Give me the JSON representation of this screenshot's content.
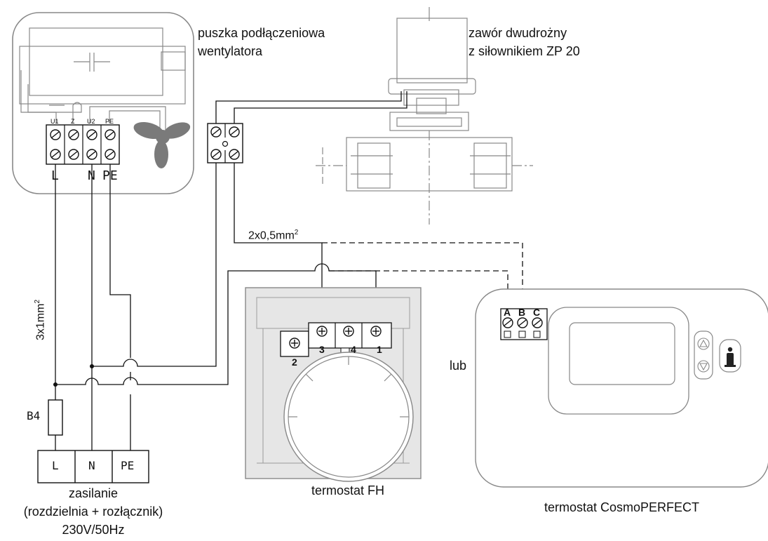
{
  "labels": {
    "junction_box": [
      "puszka podłączeniowa",
      "wentylatora"
    ],
    "valve": [
      "zawór dwudrożny",
      "z siłownikiem ZP 20"
    ],
    "cable_thermo": "2x0,5mm",
    "cable_thermo_sup": "2",
    "cable_power": "3x1mm",
    "cable_power_sup": "2",
    "fuse": "B4",
    "power_supply": [
      "zasilanie",
      "(rozdzielnia + rozłącznik)",
      "230V/50Hz"
    ],
    "thermostat_fh": "termostat FH",
    "or": "lub",
    "thermostat_cosmo": "termostat CosmoPERFECT"
  },
  "fan_terminals": {
    "top": [
      "U1",
      "Z",
      "U2",
      "PE"
    ],
    "bottom": [
      "L",
      "N",
      "PE"
    ]
  },
  "supply_terminals": [
    "L",
    "N",
    "PE"
  ],
  "fh_terminals": [
    "2",
    "3",
    "4",
    "1"
  ],
  "cosmo_terminals": [
    "A",
    "B",
    "C"
  ],
  "icons": [
    "fan-icon",
    "capacitor-icon",
    "info-icon",
    "arrow-up-icon",
    "arrow-down-icon",
    "screw-terminal-icon"
  ],
  "colors": {
    "line": "#111111",
    "device_outline": "#888888",
    "fan_fill": "#7a7a7a",
    "fh_panel": "#e6e6e6"
  }
}
